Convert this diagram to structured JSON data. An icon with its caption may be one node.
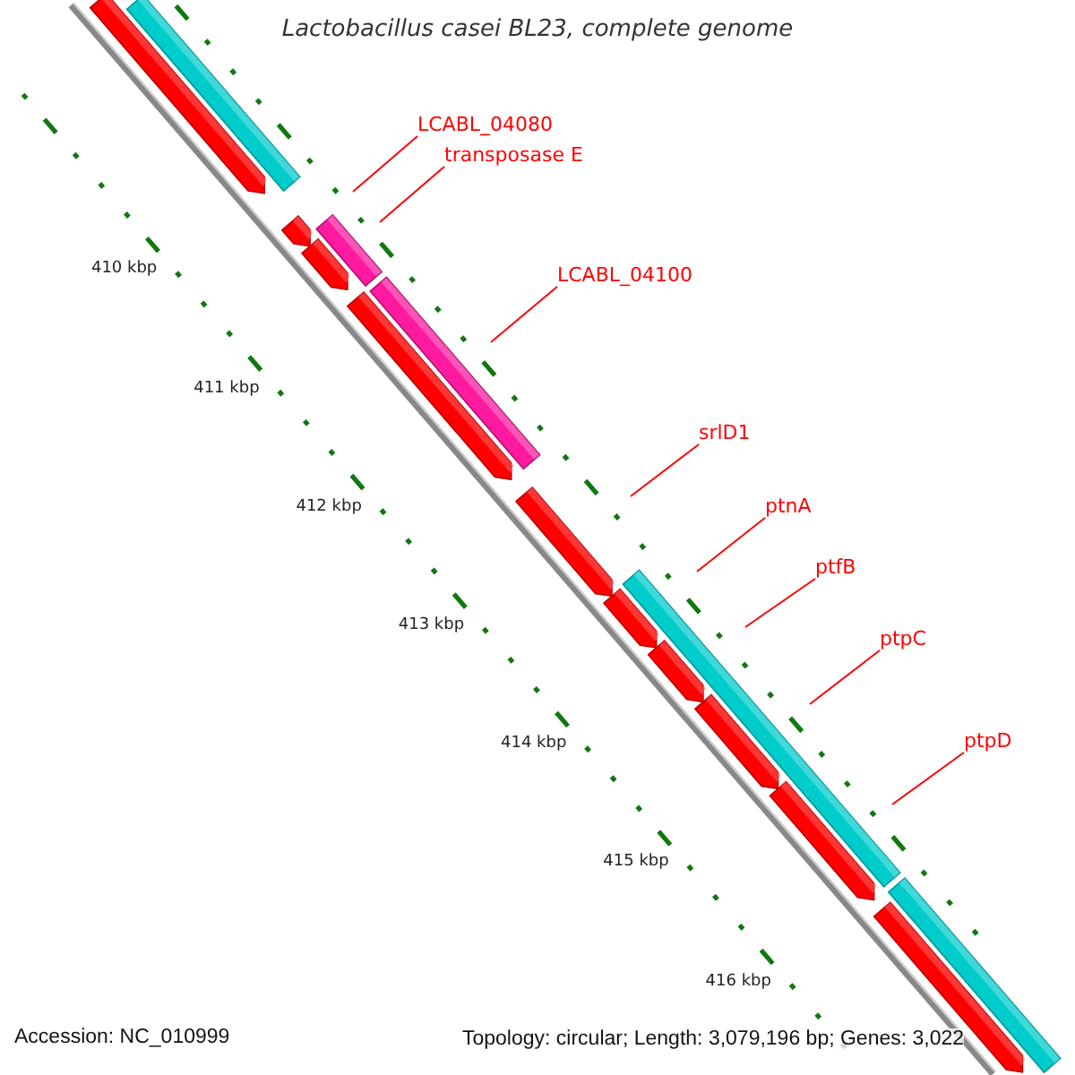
{
  "diagram": {
    "title": "Lactobacillus casei BL23, complete genome",
    "nodes": [
      {
        "text": [
          "LCABL_04080"
        ]
      },
      {
        "text": [
          "transposase E"
        ]
      },
      {
        "text": [
          "LCABL_04100"
        ]
      },
      {
        "text": [
          "srlD1"
        ]
      },
      {
        "text": [
          "ptnA"
        ]
      },
      {
        "text": [
          "ptfB"
        ]
      },
      {
        "text": [
          "ptpC"
        ]
      },
      {
        "text": [
          "ptpD"
        ]
      }
    ],
    "edges": [
      {
        "from": 0,
        "to": null,
        "arrow": "none"
      },
      {
        "from": 1,
        "to": null,
        "arrow": "none"
      },
      {
        "from": 2,
        "to": null,
        "arrow": "none"
      },
      {
        "from": 3,
        "to": null,
        "arrow": "none"
      },
      {
        "from": 4,
        "to": null,
        "arrow": "none"
      },
      {
        "from": 5,
        "to": null,
        "arrow": "none"
      },
      {
        "from": 6,
        "to": null,
        "arrow": "none"
      },
      {
        "from": 7,
        "to": null,
        "arrow": "none"
      }
    ],
    "labels": [
      "410 kbp",
      "411 kbp",
      "412 kbp",
      "413 kbp",
      "414 kbp",
      "415 kbp",
      "416 kbp",
      "Accession: NC_010999",
      "Topology: circular; Length: 3,079,196 bp; Genes: 3,022"
    ]
  }
}
